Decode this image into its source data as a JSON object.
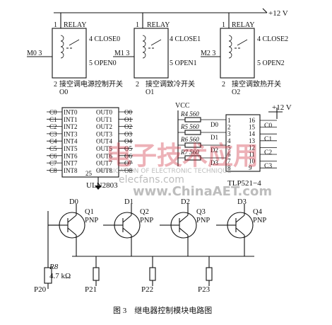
{
  "supply": {
    "top": "+12 V",
    "opto": "+12 V",
    "vcc": "VCC"
  },
  "relays": [
    {
      "title": "RELAY",
      "in_pin": "M0 3",
      "pin1": "1",
      "pin2": "2",
      "pin4": "4 CLOSE0",
      "pin5": "5 OPEN0",
      "desc": "接空调电源控制开关",
      "out": "O0"
    },
    {
      "title": "RELAY",
      "in_pin": "M1 3",
      "pin1": "1",
      "pin2": "2",
      "pin4": "4 CLOSE1",
      "pin5": "5 OPEN1",
      "desc": "接空调致冷开关",
      "out": "O1"
    },
    {
      "title": "RELAY",
      "in_pin": "M2 3",
      "pin1": "1",
      "pin2": "2",
      "pin4": "4 CLOSE2",
      "pin5": "5 OPEN2",
      "desc": "接空调致热开关",
      "out": "O2"
    }
  ],
  "uln": {
    "name": "ULN2803",
    "inputs": [
      "INT0",
      "INT1",
      "INT2",
      "INT3",
      "INT4",
      "INT5",
      "INT6",
      "INT7",
      "INT8"
    ],
    "outputs": [
      "OUT0",
      "OUT1",
      "OUT2",
      "OUT3",
      "OUT4",
      "OUT5",
      "OUT6",
      "OUT7",
      "OUT8"
    ],
    "left_nets": [
      "C0",
      "C1",
      "C2",
      "C3",
      "C4",
      "C5",
      "C6",
      "C7",
      "C8"
    ],
    "right_nets": [
      "O0",
      "O1",
      "O2",
      "O3",
      "O4",
      "O5",
      "O6",
      "O7",
      "O8"
    ],
    "pin_25": "25"
  },
  "opto": {
    "name": "TLP521−4",
    "resistors": [
      "R4 560",
      "R5 560",
      "R6 560",
      "R7 560"
    ],
    "inputs": [
      "D0",
      "D1",
      "D2",
      "D3"
    ],
    "left_pins": [
      "1",
      "2",
      "3",
      "4",
      "5",
      "6",
      "7",
      "8"
    ],
    "right_pins": [
      "16",
      "15",
      "14",
      "13",
      "12",
      "11",
      "10",
      "9"
    ],
    "outputs": [
      "C0",
      "C1",
      "C2",
      "C3"
    ]
  },
  "transistors": [
    {
      "base": "D0",
      "name": "Q1",
      "type": "PNP"
    },
    {
      "base": "D1",
      "name": "Q2",
      "type": "PNP"
    },
    {
      "base": "D2",
      "name": "Q3",
      "type": "PNP"
    },
    {
      "base": "D3",
      "name": "Q4",
      "type": "PNP"
    }
  ],
  "resistor_r8": {
    "name": "R8",
    "value": "4.7 kΩ"
  },
  "ports": [
    "P20",
    "P21",
    "P22",
    "P23"
  ],
  "caption": "图 3　继电器控制模块电路图",
  "watermark": {
    "main": "电子技术应用",
    "sub": "APPLICATION OF ELECTRONIC TECHNIQUE",
    "site1": "www.ChinaAET.com",
    "site2": "elecfans.com"
  }
}
